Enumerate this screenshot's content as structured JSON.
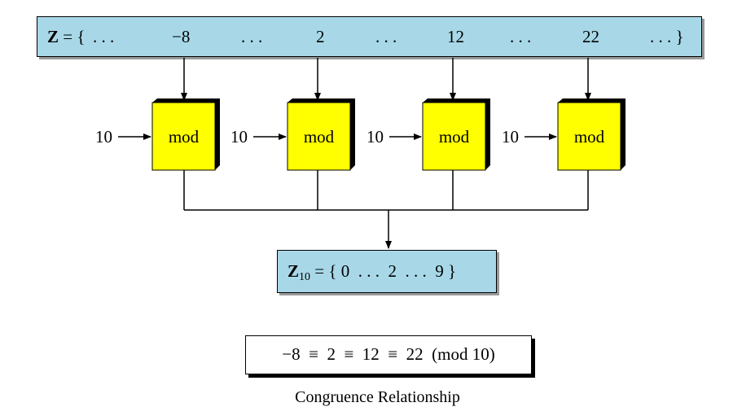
{
  "z_set": {
    "label": "Z",
    "prefix": "= {",
    "items": [
      ". . .",
      "−8",
      ". . .",
      "2",
      ". . .",
      "12",
      ". . .",
      "22",
      ". . . }"
    ]
  },
  "mod_units": [
    {
      "modulus": "10",
      "op": "mod"
    },
    {
      "modulus": "10",
      "op": "mod"
    },
    {
      "modulus": "10",
      "op": "mod"
    },
    {
      "modulus": "10",
      "op": "mod"
    }
  ],
  "z10_set": {
    "label": "Z",
    "subscript": "10",
    "body": "= { 0  . . .  2  . . .  9 }"
  },
  "result": "−8  ≡  2  ≡  12  ≡  22  (mod 10)",
  "caption": "Congruence Relationship",
  "colors": {
    "set_fill": "#a8d8e8",
    "mod_fill": "#ffff00",
    "mod_shadow": "#000000"
  }
}
